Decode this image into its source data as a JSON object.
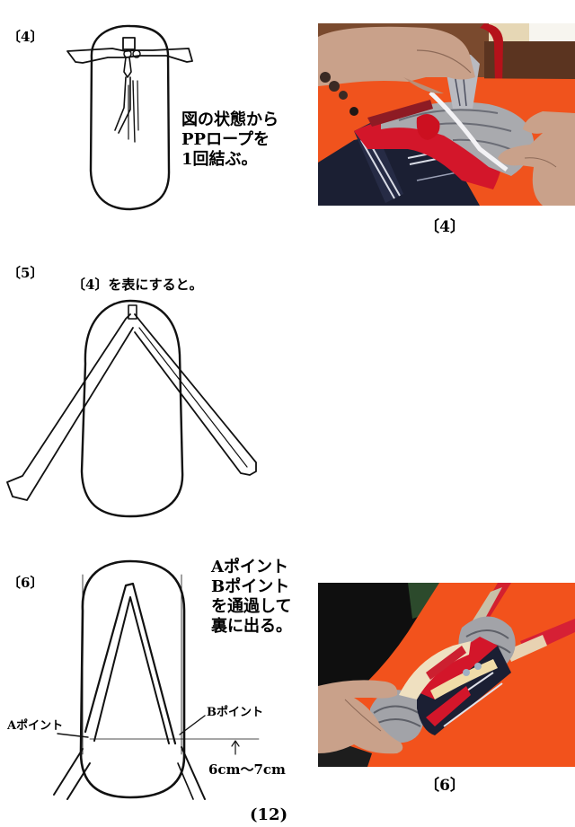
{
  "steps": [
    {
      "id": "4",
      "label": "〔4〕",
      "note": "図の状態から\nPPロープを\n1回結ぶ。",
      "photo_caption": "〔4〕"
    },
    {
      "id": "5",
      "label": "〔5〕",
      "note": "〔4〕を表にすると。"
    },
    {
      "id": "6",
      "label": "〔6〕",
      "note": "Aポイント\nBポイント\nを通過して\n裏に出る。",
      "point_a_label": "Aポイント",
      "point_b_label": "Bポイント",
      "measurement": "6cm～7cm",
      "photo_caption": "〔6〕"
    }
  ],
  "page_number": "(12)",
  "colors": {
    "orange_cloth": "#f2521c",
    "red_fabric": "#d3162a",
    "gray_fabric": "#a9aaae",
    "navy_fabric": "#1b1f33",
    "skin": "#c9a18a"
  }
}
